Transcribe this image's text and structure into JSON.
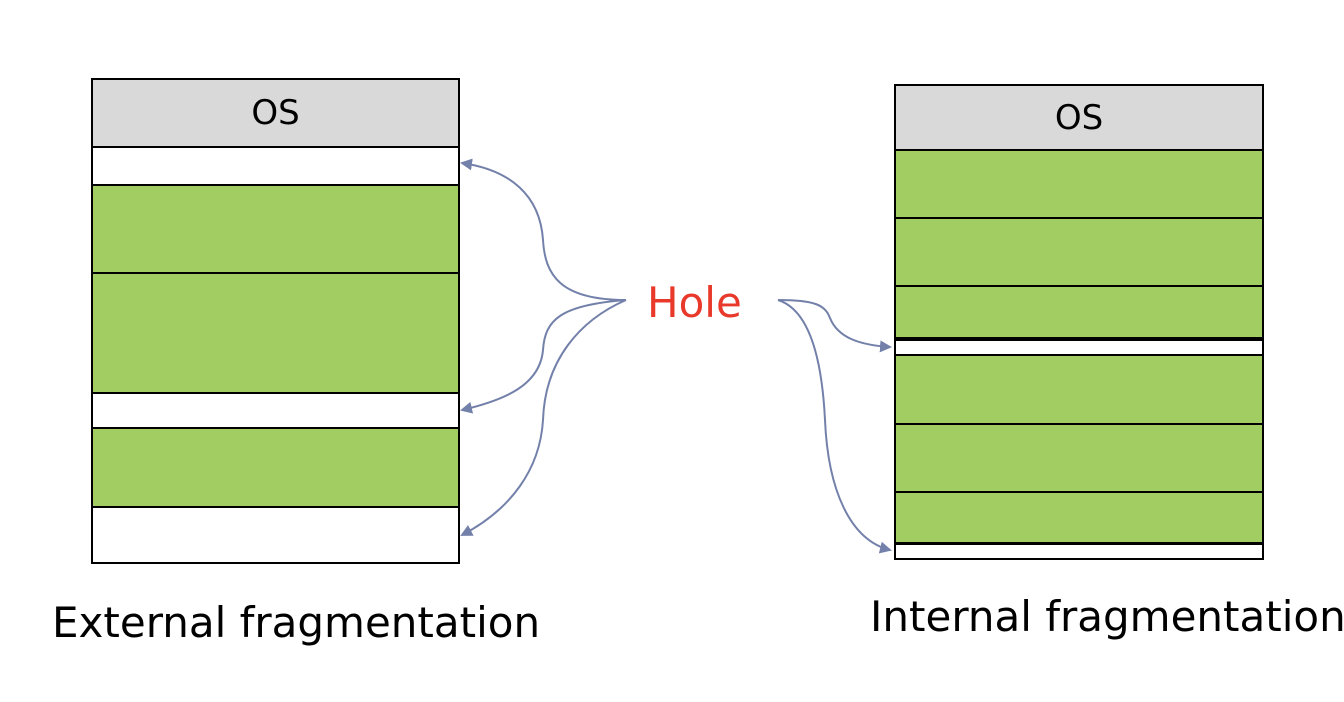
{
  "colors": {
    "os": "#d9d9d9",
    "allocated": "#a2cd62",
    "hole": "#ffffff",
    "hole_label": "#e8392b",
    "arrow": "#7381aa"
  },
  "external": {
    "caption": "External fragmentation",
    "os_label": "OS",
    "partitions": [
      "os",
      "hole",
      "allocated",
      "allocated",
      "hole",
      "allocated",
      "hole"
    ]
  },
  "internal": {
    "caption": "Internal fragmentation",
    "os_label": "OS",
    "partitions": [
      "os",
      "allocated",
      "allocated",
      "allocated",
      "hole",
      "allocated",
      "allocated",
      "allocated",
      "hole"
    ]
  },
  "hole_label": "Hole"
}
